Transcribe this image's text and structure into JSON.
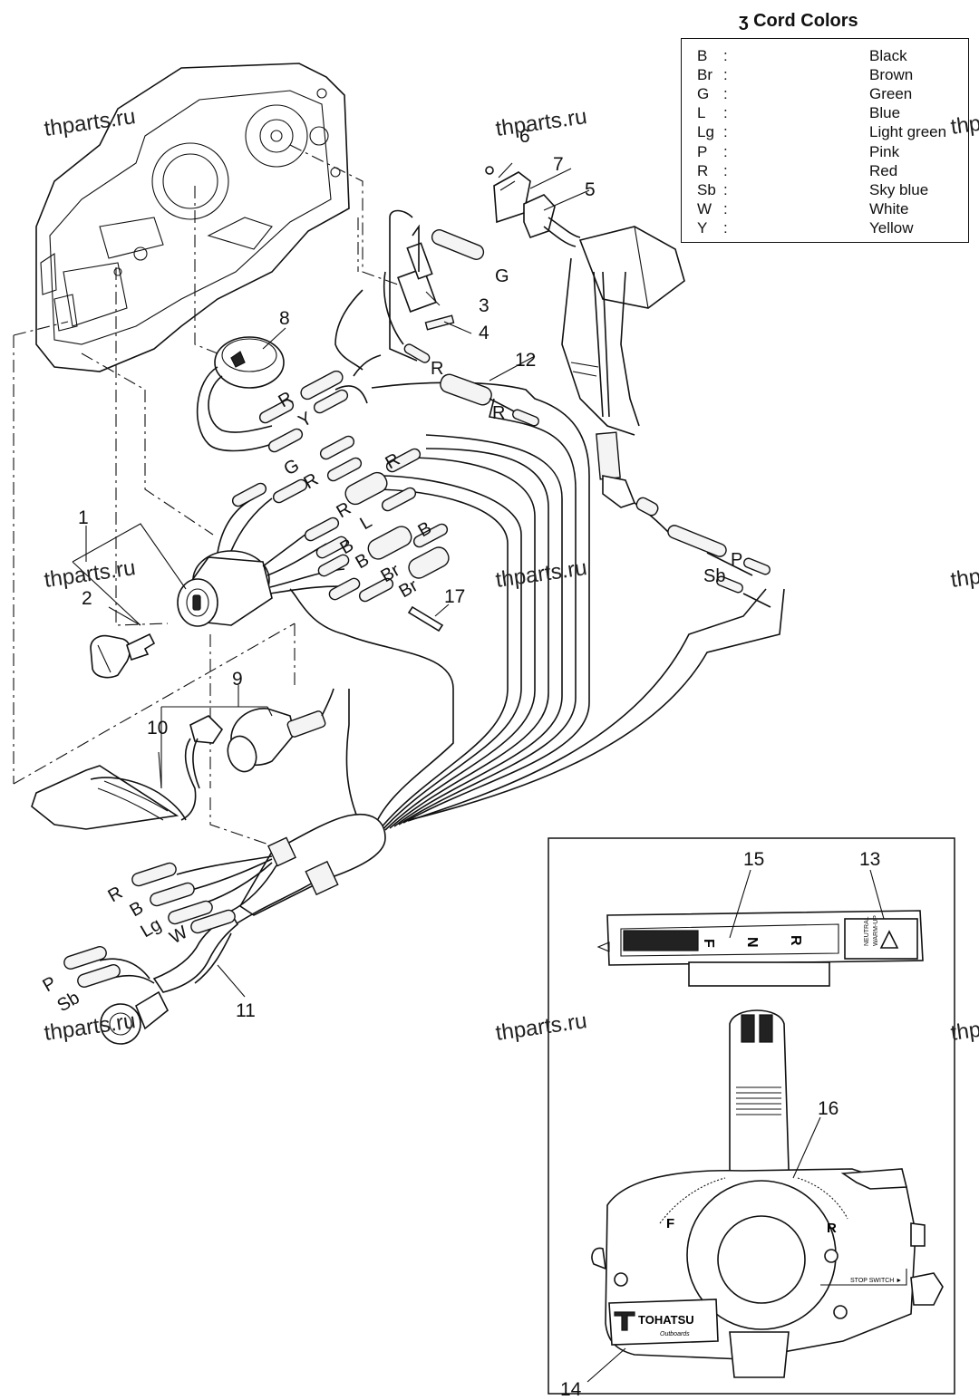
{
  "legend": {
    "title": "ʒ Cord Colors",
    "rows": [
      {
        "code": "B",
        "name": "Black"
      },
      {
        "code": "Br",
        "name": "Brown"
      },
      {
        "code": "G",
        "name": "Green"
      },
      {
        "code": "L",
        "name": "Blue"
      },
      {
        "code": "Lg",
        "name": "Light green"
      },
      {
        "code": "P",
        "name": "Pink"
      },
      {
        "code": "R",
        "name": "Red"
      },
      {
        "code": "Sb",
        "name": "Sky blue"
      },
      {
        "code": "W",
        "name": "White"
      },
      {
        "code": "Y",
        "name": "Yellow"
      }
    ]
  },
  "watermark": "thparts.ru",
  "part_numbers": [
    "1",
    "2",
    "3",
    "4",
    "5",
    "6",
    "7",
    "8",
    "9",
    "10",
    "11",
    "12",
    "13",
    "14",
    "15",
    "16",
    "17"
  ],
  "wire_labels": {
    "g1": "G",
    "r1": "R",
    "r2": "R",
    "r3": "R",
    "y1": "Y",
    "g2": "G",
    "r4": "R",
    "r5": "R",
    "r6": "R",
    "l1": "L",
    "b1": "B",
    "b2": "B",
    "b3": "B",
    "br1": "Br",
    "br2": "Br",
    "p1": "P",
    "sb1": "Sb",
    "r7": "R",
    "b4": "B",
    "lg1": "Lg",
    "w1": "W",
    "p2": "P",
    "sb2": "Sb"
  },
  "panel_text": {
    "shift_f": "F",
    "shift_n": "N",
    "shift_r": "R",
    "neutral": "NEUTRAL",
    "warm_up": "WARM-UP",
    "lever_f": "F",
    "lever_r": "R",
    "stop_switch": "STOP SWITCH ►",
    "brand": "TOHATSU",
    "brand_sub": "Outboards"
  }
}
